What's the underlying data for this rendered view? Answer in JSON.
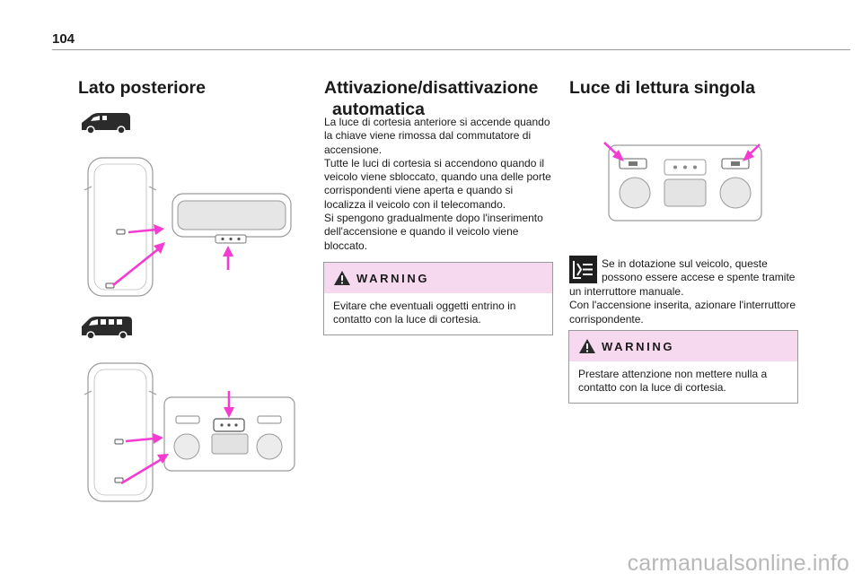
{
  "page": {
    "number": "104"
  },
  "left_column": {
    "title": "Lato posteriore"
  },
  "middle_column": {
    "title_line1": "Attivazione/disattivazione",
    "title_line2": "automatica",
    "paragraphs": [
      "La luce di cortesia anteriore si accende quando la chiave viene rimossa dal commutatore di accensione.",
      "Tutte le luci di cortesia si accendono quando il veicolo viene sbloccato, quando una delle porte corrispondenti viene aperta e quando si localizza il veicolo con il telecomando.",
      "Si spengono gradualmente dopo l'inserimento dell'accensione e quando il veicolo viene bloccato."
    ],
    "warning": {
      "title": "WARNING",
      "text": "Evitare che eventuali oggetti entrino in contatto con la luce di cortesia."
    }
  },
  "right_column": {
    "title": "Luce di lettura singola",
    "note_text_line1": "Se in dotazione sul veicolo, queste",
    "note_text_line2": "possono essere accese e spente tramite",
    "note_text_rest": "un interruttore manuale.",
    "note_text_2": "Con l'accensione inserita, azionare l'interruttore corrispondente.",
    "warning": {
      "title": "WARNING",
      "text": "Prestare attenzione non mettere nulla a contatto con la luce di cortesia."
    }
  },
  "footer": {
    "watermark": "carmanualsonline.info"
  },
  "colors": {
    "accent_magenta": "#f43bd2",
    "warning_bg": "#f7d9ef",
    "line": "#9a9a9a"
  }
}
